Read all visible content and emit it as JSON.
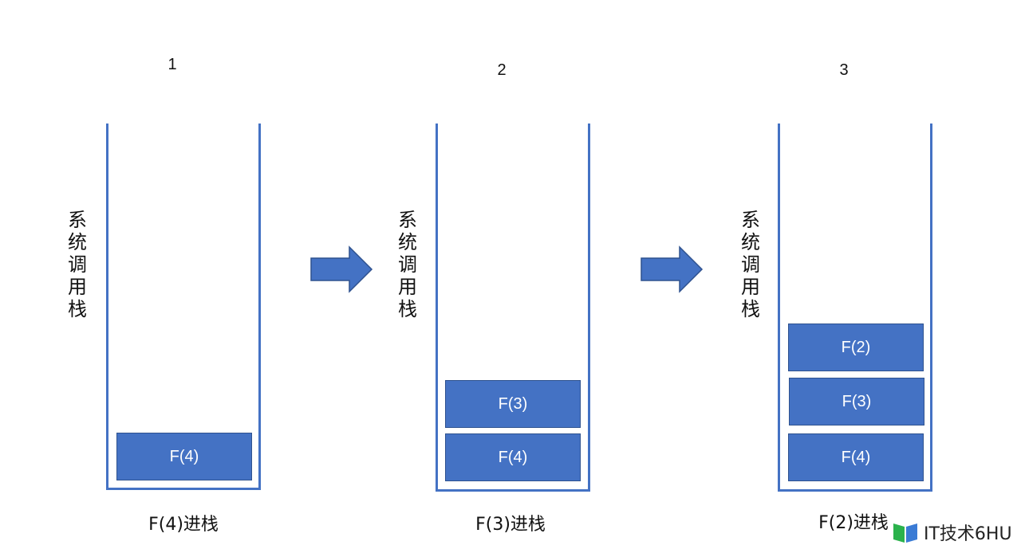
{
  "steps": [
    {
      "number": "1",
      "side_label": [
        "系",
        "统",
        "调",
        "用",
        "栈"
      ],
      "frames": [
        "F(4)"
      ],
      "caption": "F(4)进栈"
    },
    {
      "number": "2",
      "side_label": [
        "系",
        "统",
        "调",
        "用",
        "栈"
      ],
      "frames": [
        "F(3)",
        "F(4)"
      ],
      "caption": "F(3)进栈"
    },
    {
      "number": "3",
      "side_label": [
        "系",
        "统",
        "调",
        "用",
        "栈"
      ],
      "frames": [
        "F(2)",
        "F(3)",
        "F(4)"
      ],
      "caption": "F(2)进栈"
    }
  ],
  "watermark": {
    "text": "IT技术6HU"
  },
  "colors": {
    "stack_blue": "#4472c4",
    "frame_border": "#2f528f",
    "logo_green": "#2bb24c",
    "logo_blue": "#3a7bd5"
  }
}
